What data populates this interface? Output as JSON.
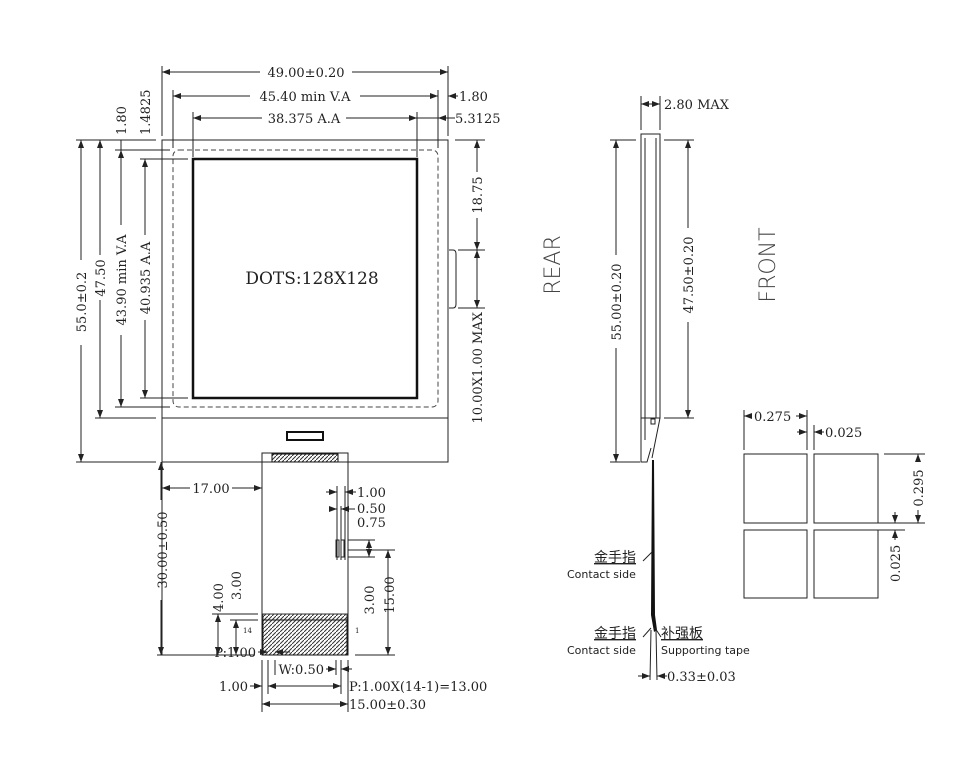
{
  "front_view": {
    "dim_overall_width": "49.00±0.20",
    "dim_va_width": "45.40 min V.A",
    "dim_aa_width": "38.375 A.A",
    "dim_right_margin_va": "1.80",
    "dim_right_margin_aa": "5.3125",
    "dim_top_margin_va": "1.80",
    "dim_top_margin_aa": "1.4825",
    "dim_overall_height": "55.0±0.2",
    "dim_glass_height": "47.50",
    "dim_va_height": "43.90 min V.A",
    "dim_aa_height": "40.935 A.A",
    "dim_tab_offset": "18.75",
    "dim_tab_size": "10.00X1.00 MAX",
    "dots_label": "DOTS:128X128"
  },
  "fpc": {
    "dim_offset": "17.00",
    "dim_length": "30.00±0.50",
    "dim_4": "4.00",
    "dim_3": "3.00",
    "dim_slot_1": "1.00",
    "dim_slot_050": "0.50",
    "dim_slot_075": "0.75",
    "dim_slot_3": "3.00",
    "dim_slot_15": "15.00",
    "pin_14": "14",
    "pin_1": "1",
    "pitch": "P:1.00",
    "width": "W:0.50",
    "edge": "1.00",
    "pitch_total": "P:1.00X(14-1)=13.00",
    "fpc_width": "15.00±0.30"
  },
  "side_view": {
    "thickness": "2.80 MAX",
    "height_total": "55.00±0.20",
    "height_glass": "47.50±0.20",
    "rear_label": "REAR",
    "front_label": "FRONT",
    "contact_cn_1": "金手指",
    "contact_en_1": "Contact side",
    "contact_cn_2": "金手指",
    "contact_en_2": "Contact side",
    "support_cn": "补强板",
    "support_en": "Supporting tape",
    "fpc_thickness": "0.33±0.03"
  },
  "pixel_detail": {
    "pixel_width": "0.275",
    "gap_h": "0.025",
    "pixel_height": "0.295",
    "gap_v": "0.025"
  }
}
